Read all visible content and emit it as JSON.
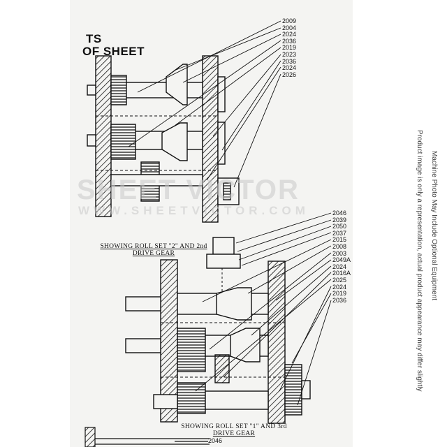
{
  "header": {
    "line1": "TS",
    "line2": "OF SHEET"
  },
  "callouts_upper": [
    "2009",
    "2004",
    "2024",
    "2036",
    "2019",
    "2023",
    "2036",
    "2024",
    "2026"
  ],
  "callouts_middle": [
    "2046",
    "2039",
    "2050",
    "2037",
    "2015",
    "2008",
    "2003",
    "2049A",
    "2024",
    "2016A",
    "2025",
    "2024",
    "2019",
    "2036"
  ],
  "callouts_bottom": [
    "2046"
  ],
  "caption_upper": {
    "line1": "SHOWING ROLL SET \"2\" AND 2nd",
    "line2": "DRIVE GEAR"
  },
  "caption_lower": {
    "line1": "SHOWING ROLL SET \"1\" AND 3rd",
    "line2": "DRIVE GEAR"
  },
  "watermark": {
    "brand": "SHEET VICTOR",
    "url": "WWW.SHEETVICTOR.COM"
  },
  "side_notes": [
    "Product image is only a representation, actual product appearance may differ slightly",
    "Machine Photo May Include Optional Equipment"
  ],
  "colors": {
    "ink": "#111111",
    "paper": "#f4f4f2",
    "watermark": "#cccccc"
  }
}
